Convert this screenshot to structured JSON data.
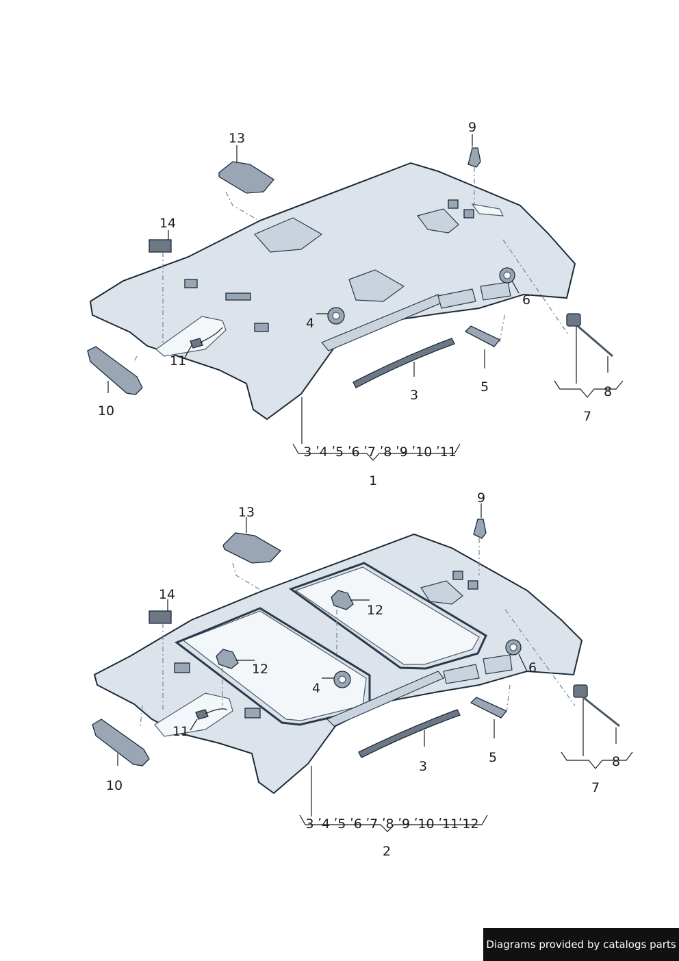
{
  "diagram_top": {
    "callouts": {
      "c1": "1",
      "c3": "3",
      "c4": "4",
      "c5": "5",
      "c6": "6",
      "c7": "7",
      "c8": "8",
      "c9": "9",
      "c10": "10",
      "c11": "11",
      "c13": "13",
      "c14": "14"
    },
    "bracket_list": "3 ʹ4 ʹ5 ʹ6 ʹ7 ʹ8 ʹ9 ʹ10 ʹ11"
  },
  "diagram_bottom": {
    "callouts": {
      "c2": "2",
      "c3": "3",
      "c4": "4",
      "c5": "5",
      "c6": "6",
      "c7": "7",
      "c8": "8",
      "c9": "9",
      "c10": "10",
      "c11": "11",
      "c12a": "12",
      "c12b": "12",
      "c13": "13",
      "c14": "14"
    },
    "bracket_list": "3 ʹ4 ʹ5 ʹ6 ʹ7 ʹ8 ʹ9 ʹ10 ʹ11ʹ12"
  },
  "footer": {
    "text": "Diagrams provided by catalogs parts"
  },
  "colors": {
    "panel": "#dce3ea",
    "outline": "#1a2a3a",
    "part": "#9aa6b3",
    "footer_bg": "#111111"
  }
}
